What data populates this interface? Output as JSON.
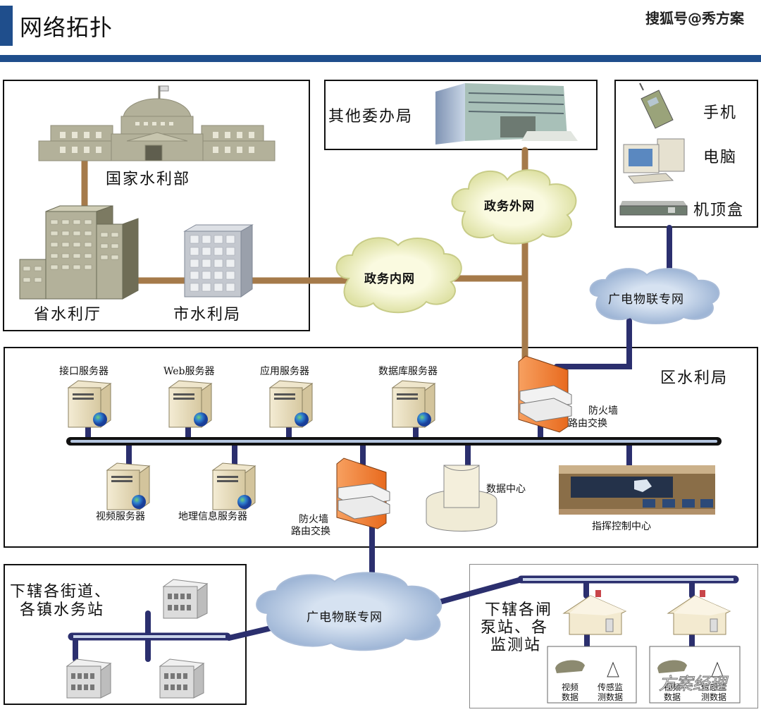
{
  "header": {
    "title": "网络拓扑",
    "watermark": "搜狐号@秀方案",
    "accent_color": "#1f4e8c"
  },
  "colors": {
    "gov_link": "#a57a4a",
    "network_link": "#2b2f6e",
    "gov_cloud": "#eef0c0",
    "iot_cloud": "#b9cbe3",
    "firewall": "#f07b2a"
  },
  "top_left_group": {
    "nodes": [
      {
        "label": "国家水利部",
        "icon": "capitol-building-icon"
      },
      {
        "label": "省水利厅",
        "icon": "office-tower-icon"
      },
      {
        "label": "市水利局",
        "icon": "office-building-icon"
      }
    ]
  },
  "other_agencies": {
    "label": "其他委办局",
    "icon": "government-building-icon"
  },
  "clouds": {
    "gov_external": "政务外网",
    "gov_internal": "政务内网",
    "iot_top": "广电物联专网",
    "iot_bottom": "广电物联专网"
  },
  "devices": {
    "items": [
      {
        "label": "手机",
        "icon": "mobile-phone-icon"
      },
      {
        "label": "电脑",
        "icon": "desktop-computer-icon"
      },
      {
        "label": "机顶盒",
        "icon": "set-top-box-icon"
      }
    ]
  },
  "district": {
    "title": "区水利局",
    "top_servers": [
      {
        "label": "接口服务器",
        "icon": "server-icon"
      },
      {
        "label": "Web服务器",
        "icon": "server-icon"
      },
      {
        "label": "应用服务器",
        "icon": "server-icon"
      },
      {
        "label": "数据库服务器",
        "icon": "server-icon"
      }
    ],
    "bottom_servers": [
      {
        "label": "视频服务器",
        "icon": "server-icon"
      },
      {
        "label": "地理信息服务器",
        "icon": "server-icon"
      }
    ],
    "firewall_top": {
      "line1": "防火墙",
      "line2": "路由交换"
    },
    "firewall_bottom": {
      "line1": "防火墙",
      "line2": "路由交换"
    },
    "data_center": "数据中心",
    "command_center": "指挥控制中心"
  },
  "streets": {
    "line1": "下辖各街道、",
    "line2": "各镇水务站"
  },
  "stations": {
    "line1": "下辖各闸",
    "line2": "泵站、各",
    "line3": "监测站",
    "units": [
      {
        "video_l1": "视频",
        "video_l2": "数据",
        "sensor_l1": "传感监",
        "sensor_l2": "测数据"
      },
      {
        "video_l1": "视频",
        "video_l2": "数据",
        "sensor_l1": "传感监",
        "sensor_l2": "测数据"
      }
    ],
    "watermark": "方案经理"
  }
}
